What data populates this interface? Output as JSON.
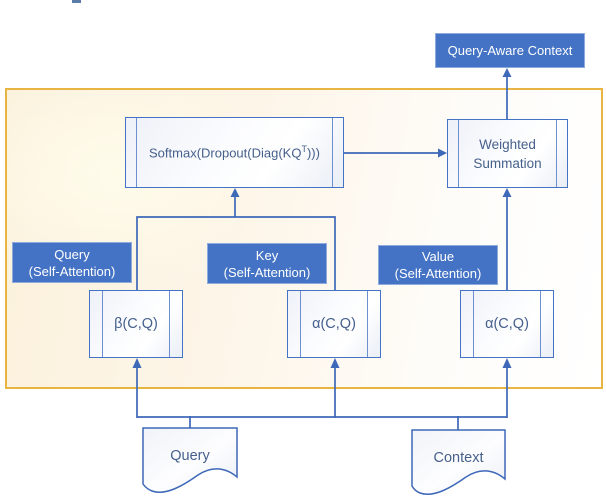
{
  "colors": {
    "accent_blue": "#4472C4",
    "line_blue": "#3E68B8",
    "gold_border": "#E9B542",
    "label_border": "#8FAADC",
    "text_navy": "#46608C"
  },
  "artifact": {
    "note": ""
  },
  "output": {
    "label": "Query-Aware Context"
  },
  "attention_block": {
    "softmax": {
      "prefix": "Softmax(Dropout(Diag(KQ",
      "sup": "T",
      "suffix": ")))"
    },
    "weighted_summation": {
      "line1": "Weighted",
      "line2": "Summation"
    },
    "roles": [
      {
        "title": "Query",
        "subtitle": "(Self-Attention)"
      },
      {
        "title": "Key",
        "subtitle": "(Self-Attention)"
      },
      {
        "title": "Value",
        "subtitle": "(Self-Attention)"
      }
    ],
    "functions": [
      {
        "label": "β(C,Q)"
      },
      {
        "label": "α(C,Q)"
      },
      {
        "label": "α(C,Q)"
      }
    ]
  },
  "inputs": [
    {
      "label": "Query"
    },
    {
      "label": "Context"
    }
  ]
}
